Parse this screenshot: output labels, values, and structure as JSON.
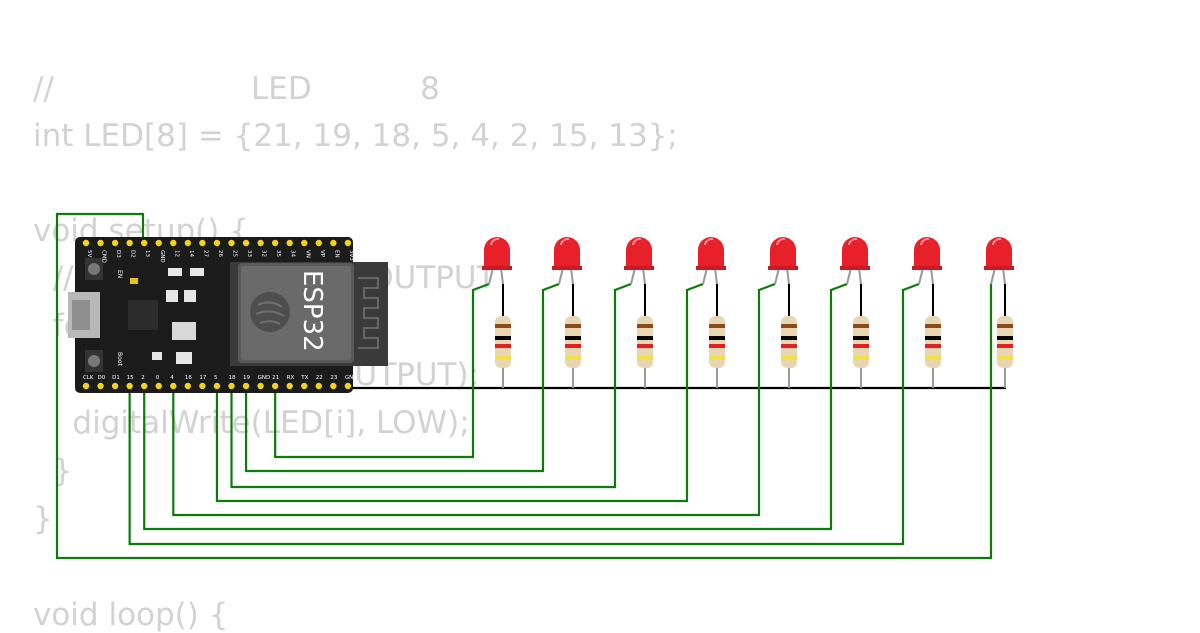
{
  "code": {
    "lines": [
      "//                    LED           8",
      "int LED[8] = {21, 19, 18, 5, 4, 2, 15, 13};",
      "",
      "void setup() {",
      "  //                              OUTPUT",
      "  for",
      "    pinMode(LED[i], OUTPUT);",
      "    digitalWrite(LED[i], LOW);",
      "  }",
      "}",
      "",
      "void loop() {"
    ]
  },
  "board": {
    "chip_label": "ESP32",
    "en_label": "EN",
    "boot_label": "Boot",
    "top_pins": [
      "3V3",
      "EN",
      "VP",
      "VN",
      "34",
      "35",
      "32",
      "33",
      "25",
      "26",
      "27",
      "14",
      "12",
      "GND",
      "13",
      "D2",
      "D3",
      "CMD",
      "5V"
    ],
    "bottom_pins": [
      "CLK",
      "D0",
      "D1",
      "15",
      "2",
      "0",
      "4",
      "16",
      "17",
      "5",
      "18",
      "19",
      "GND",
      "21",
      "RX",
      "TX",
      "22",
      "23",
      "GND"
    ]
  },
  "leds": {
    "count": 8,
    "color": "#e8202a",
    "gpio": [
      "21",
      "19",
      "18",
      "5",
      "4",
      "2",
      "15",
      "13"
    ]
  },
  "colors": {
    "wire_signal": "#0e7a0e",
    "wire_ground": "#000000",
    "board": "#1b1b1b",
    "pin": "#f2d21b",
    "module": "#595959"
  }
}
